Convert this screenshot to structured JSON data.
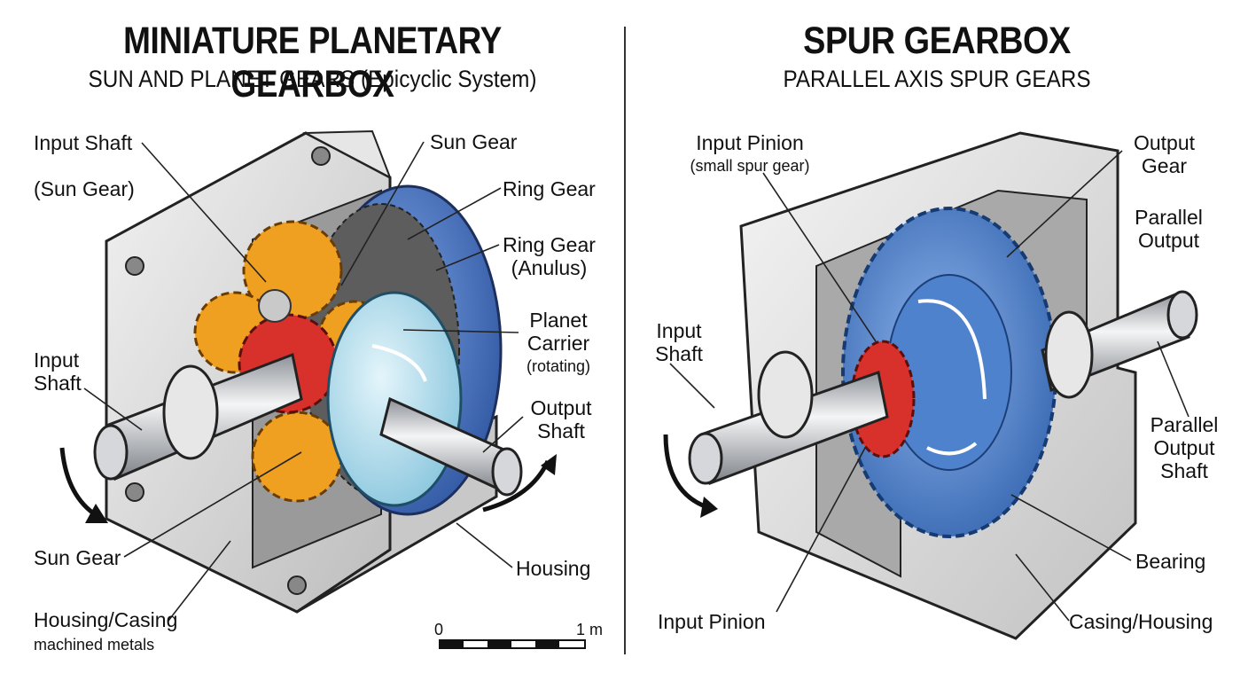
{
  "left": {
    "title": "MINIATURE PLANETARY GEARBOX",
    "subtitle": "SUN AND PLANET GEARS (Epicyclic System)",
    "labels": {
      "input_shaft_top": "Input Shaft",
      "sun_gear_paren": "(Sun Gear)",
      "sun_gear_top": "Sun Gear",
      "ring_gear": "Ring Gear",
      "ring_gear_annulus_1": "Ring Gear",
      "ring_gear_annulus_2": "(Anulus)",
      "planet_carrier_1": "Planet",
      "planet_carrier_2": "Carrier",
      "planet_carrier_3": "(rotating)",
      "input_shaft_1": "Input",
      "input_shaft_2": "Shaft",
      "output_shaft_1": "Output",
      "output_shaft_2": "Shaft",
      "sun_gear_bottom": "Sun Gear",
      "housing": "Housing",
      "housing_casing": "Housing/Casing",
      "machined_metals": "machined metals"
    },
    "scale": {
      "start": "0",
      "end": "1 m"
    }
  },
  "right": {
    "title": "SPUR GEARBOX",
    "subtitle": "PARALLEL AXIS SPUR GEARS",
    "labels": {
      "input_pinion_top": "Input Pinion",
      "small_spur_gear": "(small spur gear)",
      "output_gear_1": "Output",
      "output_gear_2": "Gear",
      "parallel_output_1": "Parallel",
      "parallel_output_2": "Output",
      "input_shaft_1": "Input",
      "input_shaft_2": "Shaft",
      "parallel_output_shaft_1": "Parallel",
      "parallel_output_shaft_2": "Output",
      "parallel_output_shaft_3": "Shaft",
      "bearing": "Bearing",
      "input_pinion_bottom": "Input Pinion",
      "casing_housing": "Casing/Housing"
    }
  },
  "colors": {
    "planet_gear": "#f0a020",
    "sun_gear": "#d8302a",
    "ring_gear": "#3f6fc0",
    "carrier": "#a8d8ea",
    "housing": "#d9d9d9",
    "shaft": "#b8bcc2",
    "spur_gear": "#3d78c8",
    "pinion": "#d8302a"
  }
}
